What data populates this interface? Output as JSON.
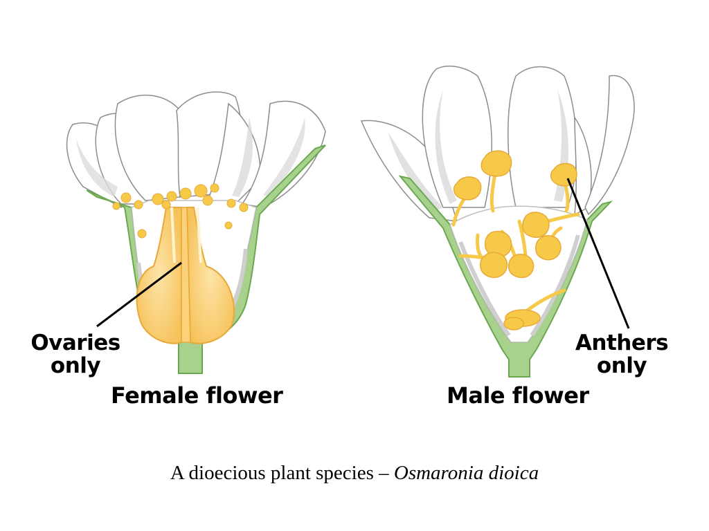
{
  "female": {
    "title": "Female flower",
    "callout_line1": "Ovaries",
    "callout_line2": "only"
  },
  "male": {
    "title": "Male flower",
    "callout_line1": "Anthers",
    "callout_line2": "only"
  },
  "caption": {
    "prefix": "A dioecious plant species – ",
    "species": "Osmaronia dioica"
  },
  "colors": {
    "receptacle_green": "#a9d18e",
    "receptacle_stroke": "#6aa84f",
    "petal_white": "#ffffff",
    "petal_shade": "#d9d9d9",
    "pollen_yellow": "#f7c948",
    "ovary_yellow": "#fbd27a",
    "outline": "#7f7f7f"
  }
}
